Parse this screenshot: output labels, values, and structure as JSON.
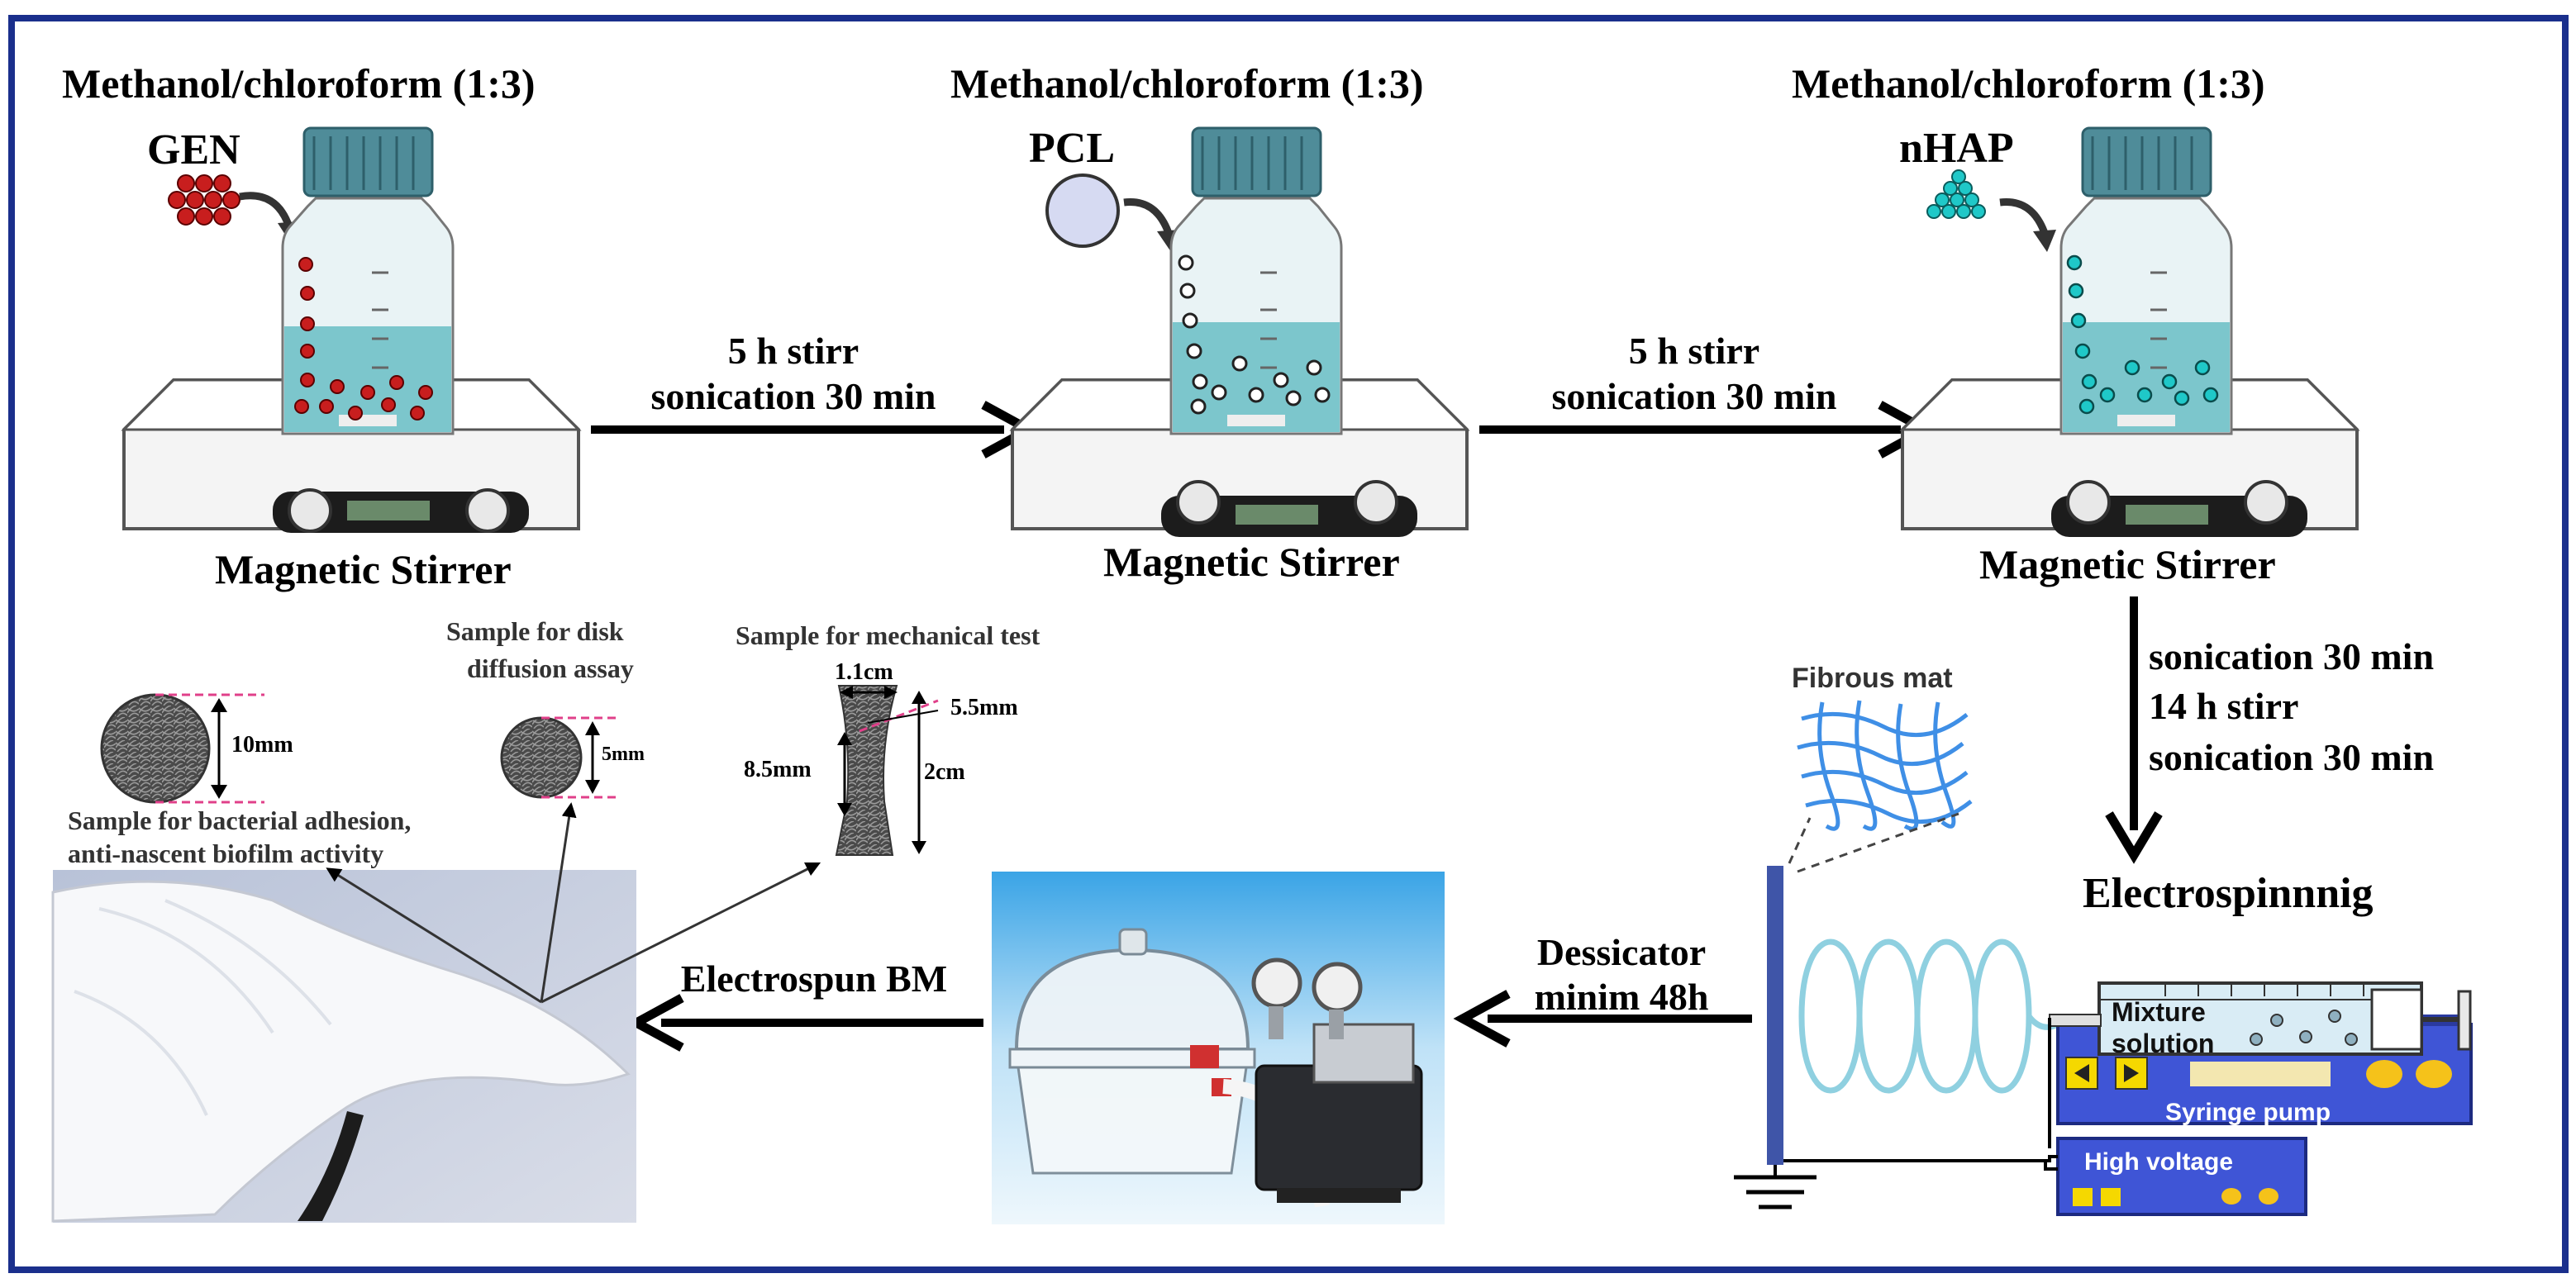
{
  "stages": [
    {
      "solvent": "Methanol/chloroform (1:3)",
      "reagent": "GEN",
      "device": "Magnetic Stirrer",
      "color": "#c81e1e"
    },
    {
      "solvent": "Methanol/chloroform (1:3)",
      "reagent": "PCL",
      "device": "Magnetic Stirrer",
      "color": "#ffffff"
    },
    {
      "solvent": "Methanol/chloroform (1:3)",
      "reagent": "nHAP",
      "device": "Magnetic Stirrer",
      "color": "#1fc8c8"
    }
  ],
  "steps": {
    "step1": {
      "line1": "5 h stirr",
      "line2": "sonication 30 min"
    },
    "step2": {
      "line1": "5 h stirr",
      "line2": "sonication 30 min"
    },
    "step3": {
      "line1": "sonication 30 min",
      "line2": "14 h stirr",
      "line3": "sonication 30 min"
    },
    "step4": {
      "line1": "Dessicator",
      "line2": "minim 48h"
    },
    "step5": {
      "line1": "Electrospun BM"
    }
  },
  "electrospinning": {
    "title": "Electrospinnnig",
    "fibrous_mat": "Fibrous mat",
    "mixture_line1": "Mixture",
    "mixture_line2": "solution",
    "syringe_pump": "Syringe pump",
    "high_voltage": "High voltage"
  },
  "samples": {
    "disk_label_line1": "Sample for disk",
    "disk_label_line2": "diffusion assay",
    "mech_label": "Sample for mechanical test",
    "adhesion_line1": "Sample for bacterial adhesion,",
    "adhesion_line2": "anti-nascent biofilm activity",
    "dim_10mm": "10mm",
    "dim_5mm": "5mm",
    "dim_1_1cm": "1.1cm",
    "dim_5_5mm": "5.5mm",
    "dim_8_5mm": "8.5mm",
    "dim_2cm": "2cm"
  },
  "colors": {
    "frame": "#1a2f8c",
    "liquid": "#7cc6cc",
    "cap": "#4f8c99",
    "fiber": "#3f8fe6",
    "pump": "#3f55d6"
  }
}
